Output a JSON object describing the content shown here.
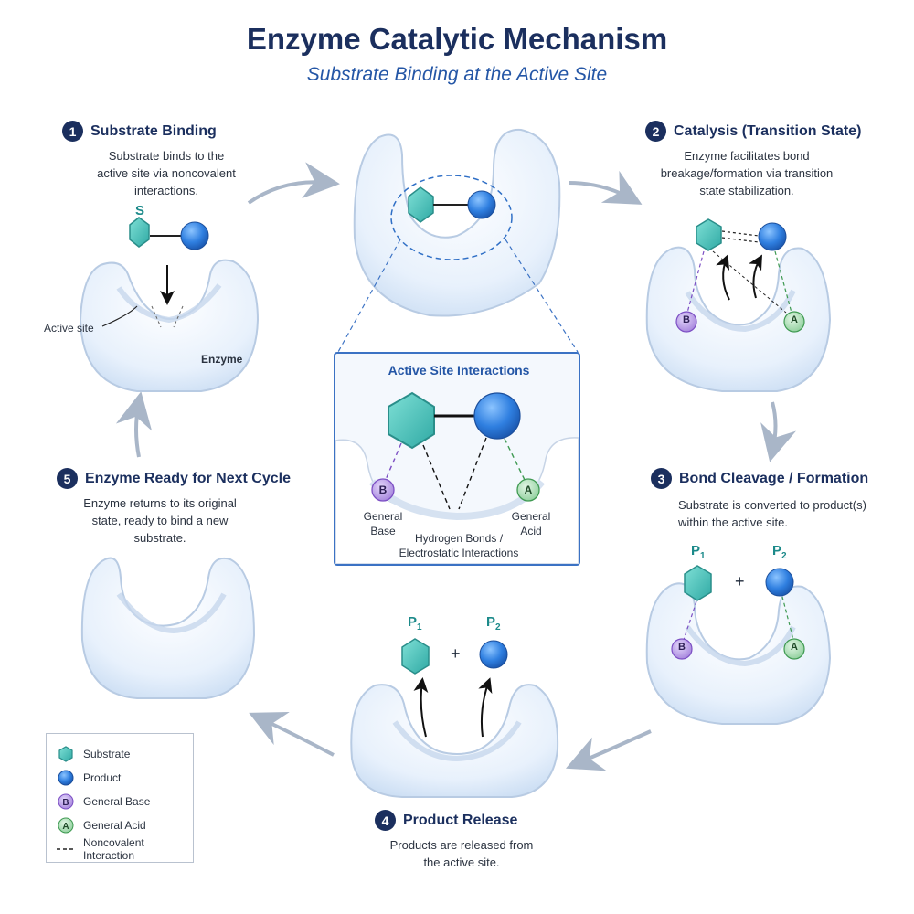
{
  "title": "Enzyme Catalytic Mechanism",
  "subtitle": "Substrate Binding at the Active Site",
  "colors": {
    "substrate_teal": "#56c9c2",
    "product_blue": "#2f7fe0",
    "general_base_purple": "#9a74d6",
    "general_acid_green": "#8ccf9a",
    "enzyme_fill": "#eaf2fc",
    "heading_navy": "#1b2f5e",
    "accent_blue": "#2456a6",
    "cycle_arrow": "#a9b6c8"
  },
  "steps": [
    {
      "number": "1",
      "title": "Substrate Binding",
      "lines": [
        "Substrate binds to the",
        "active site via noncovalent",
        "interactions."
      ]
    },
    {
      "number": "2",
      "title": "Catalysis (Transition State)",
      "lines": [
        "Enzyme facilitates bond",
        "breakage/formation via transition",
        "state stabilization."
      ]
    },
    {
      "number": "3",
      "title": "Bond Cleavage / Formation",
      "lines": [
        "Substrate is converted to product(s)",
        "within the active site."
      ]
    },
    {
      "number": "4",
      "title": "Product Release",
      "lines": [
        "Products are released from",
        "the active site."
      ]
    },
    {
      "number": "5",
      "title": "Enzyme Ready for Next Cycle",
      "lines": [
        "Enzyme returns to its original",
        "state, ready to bind a new",
        "substrate."
      ]
    }
  ],
  "step1_labels": {
    "substrate": "S",
    "active_site": "Active site",
    "enzyme": "Enzyme"
  },
  "products": {
    "p1": "P",
    "p1_sub": "1",
    "p2": "P",
    "p2_sub": "2",
    "plus": "+"
  },
  "residues": {
    "base": "B",
    "acid": "A"
  },
  "inset": {
    "title": "Active Site Interactions",
    "general_base": [
      "General",
      "Base"
    ],
    "general_acid": [
      "General",
      "Acid"
    ],
    "bonds": [
      "Hydrogen Bonds /",
      "Electrostatic Interactions"
    ]
  },
  "legend": {
    "substrate": "Substrate",
    "product": "Product",
    "general_base": "General Base",
    "general_acid": "General Acid",
    "noncovalent": "Noncovalent Interaction"
  },
  "icons": [
    "substrate-hexagon-icon",
    "product-sphere-icon",
    "general-base-icon",
    "general-acid-icon",
    "arrow-icon"
  ]
}
